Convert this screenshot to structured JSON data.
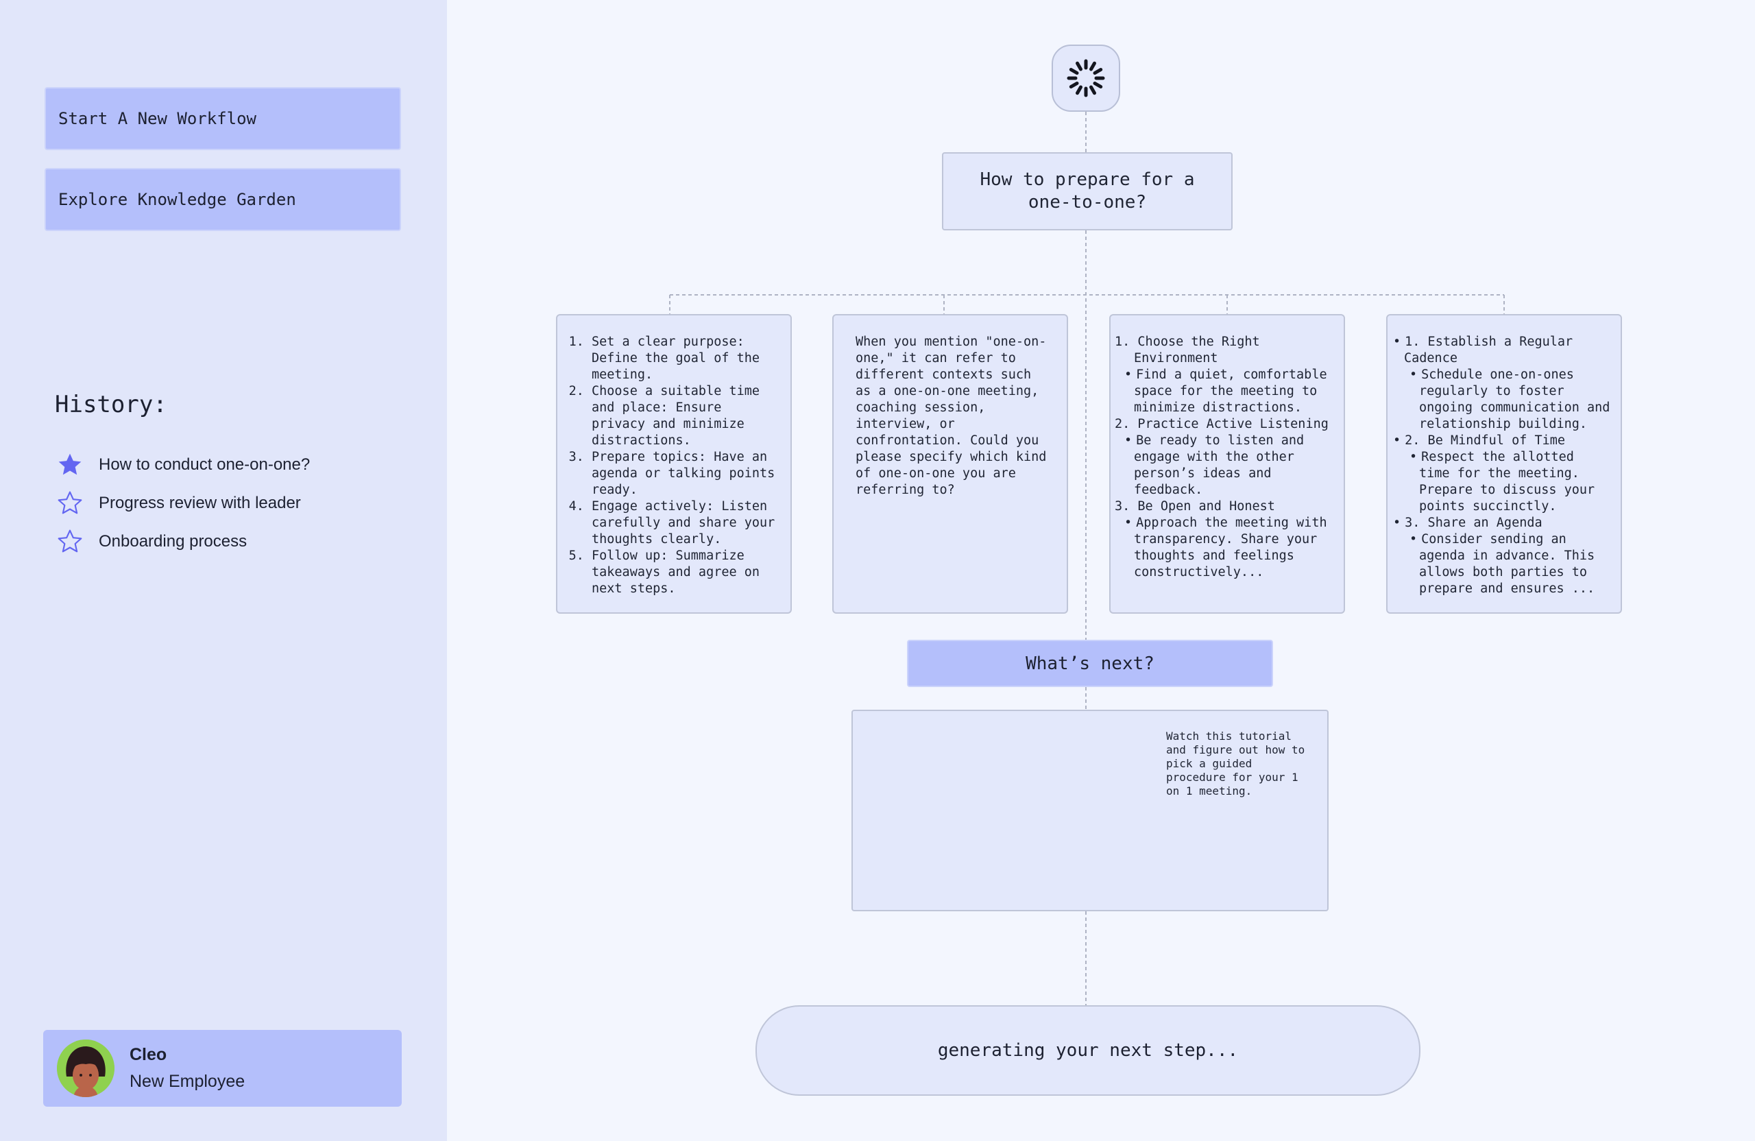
{
  "sidebar": {
    "start_workflow_label": "Start A New Workflow",
    "explore_garden_label": "Explore Knowledge Garden",
    "history_title": "History:",
    "history_items": [
      {
        "label": "How to conduct one-on-one?",
        "icon": "star-filled-icon",
        "starred": true
      },
      {
        "label": "Progress review with leader",
        "icon": "star-outline-icon",
        "starred": false
      },
      {
        "label": "Onboarding process",
        "icon": "star-outline-icon",
        "starred": false
      }
    ],
    "profile": {
      "name": "Cleo",
      "role": "New Employee"
    }
  },
  "workflow": {
    "spinner_icon": "loading-spinner-icon",
    "question": "How to prepare for a one-to-one?",
    "cards": [
      {
        "items": [
          "Set a clear purpose: Define the goal of the meeting.",
          "Choose a suitable time and place: Ensure privacy and minimize distractions.",
          "Prepare topics: Have an agenda or talking points ready.",
          "Engage actively: Listen carefully and share your thoughts clearly.",
          "Follow up: Summarize takeaways and agree on next steps."
        ]
      },
      {
        "text": "When you mention \"one-on-one,\" it can refer to different contexts such as a one-on-one meeting, coaching session, interview, or confrontation. Could you please specify which kind of one-on-one you are referring to?"
      },
      {
        "lines": [
          "1. Choose the Right Environment",
          "Find a quiet, comfortable space for the meeting to minimize distractions.",
          "2. Practice Active Listening",
          "Be ready to listen and engage with the other person’s ideas and feedback.",
          "3. Be Open and Honest",
          "Approach the meeting with transparency. Share your thoughts and feelings constructively..."
        ]
      },
      {
        "lines": [
          "1. Establish a Regular Cadence",
          "Schedule one-on-ones regularly to foster ongoing communication and relationship building.",
          "2. Be Mindful of Time",
          "Respect the allotted time for the meeting. Prepare to discuss your points succinctly.",
          "3. Share an Agenda",
          "Consider sending an agenda in advance. This allows both parties to prepare and ensures ..."
        ]
      }
    ],
    "next_label": "What’s next?",
    "tutorial_text": "Watch this tutorial and figure out how to pick a guided procedure for your 1 on 1 meeting.",
    "generating_label": "generating your next step..."
  },
  "colors": {
    "sidebar_bg": "#e1e6fa",
    "button_bg": "#b4bffb",
    "canvas_bg": "#f3f6fe",
    "card_bg": "#e3e8fb",
    "star_color": "#6366f1"
  }
}
